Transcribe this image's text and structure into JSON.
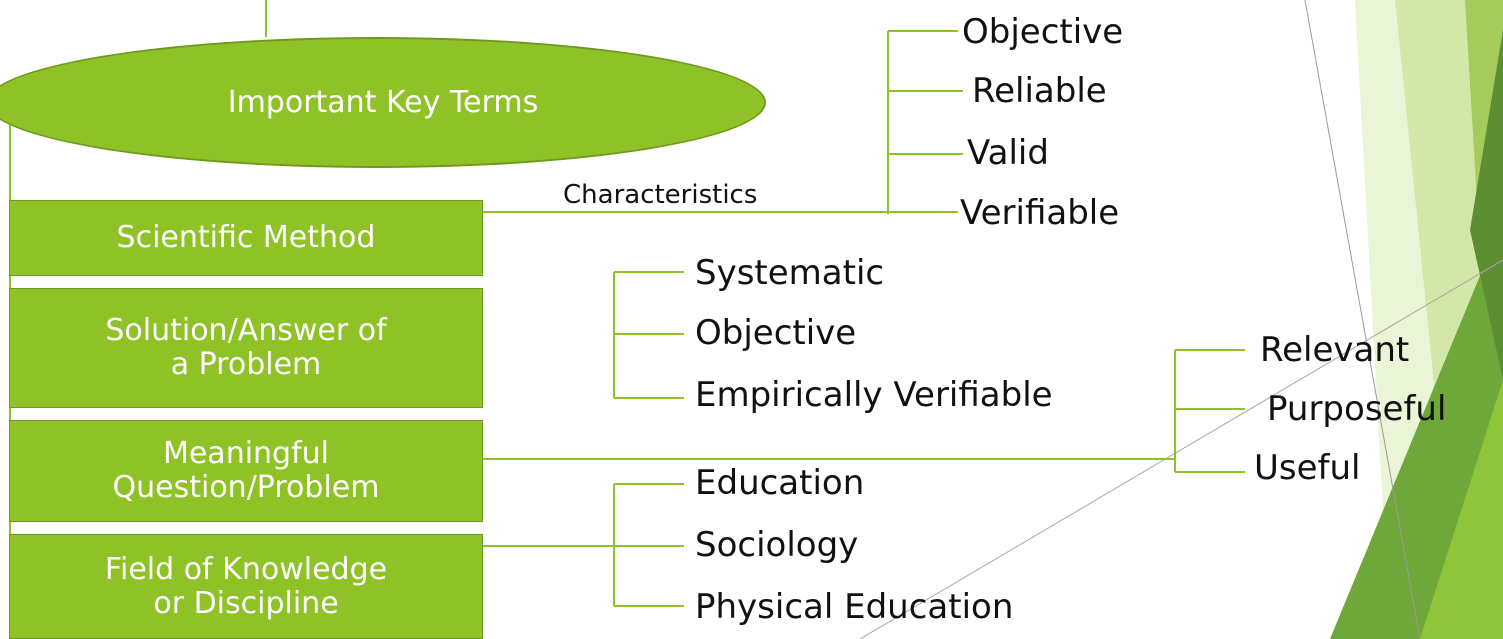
{
  "title": "Important Key Terms",
  "nodes": {
    "scientific_method": "Scientific Method",
    "solution_line1": "Solution/Answer of",
    "solution_line2": "a Problem",
    "meaningful_line1": "Meaningful",
    "meaningful_line2": "Question/Problem",
    "field_line1": "Field of Knowledge",
    "field_line2": "or Discipline"
  },
  "characteristics_label": "Characteristics",
  "scientific_method_traits": [
    "Objective",
    "Reliable",
    "Valid",
    "Verifiable"
  ],
  "solution_traits": [
    "Systematic",
    "Objective",
    "Empirically Verifiable"
  ],
  "question_traits": [
    "Relevant",
    "Purposeful",
    "Useful"
  ],
  "fields": [
    "Education",
    "Sociology",
    "Physical Education"
  ],
  "colors": {
    "node_fill": "#8ec227",
    "connector": "#8ec227",
    "text": "#111111",
    "accent_dark": "#5e9a2e",
    "accent_light": "#c6df8c"
  }
}
